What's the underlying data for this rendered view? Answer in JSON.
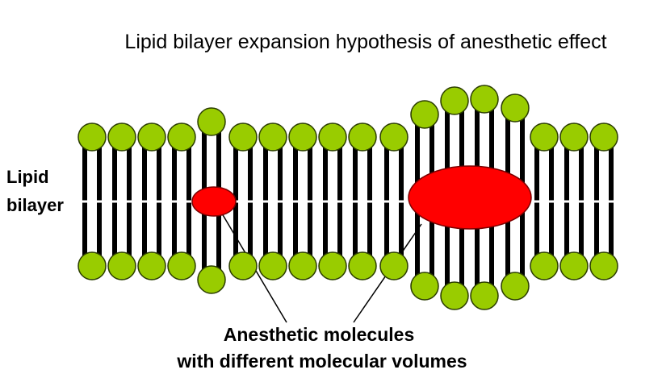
{
  "title": "Lipid bilayer expansion hypothesis of anesthetic effect",
  "labels": {
    "lipid_line1": "Lipid",
    "lipid_line2": "bilayer",
    "caption_line1": "Anesthetic molecules",
    "caption_line2": "with different molecular volumes"
  },
  "colors": {
    "head_fill": "#99cc00",
    "head_stroke": "#2b3d00",
    "tail": "#000000",
    "molecule": "#ff0000",
    "midline": "#ffffff"
  }
}
